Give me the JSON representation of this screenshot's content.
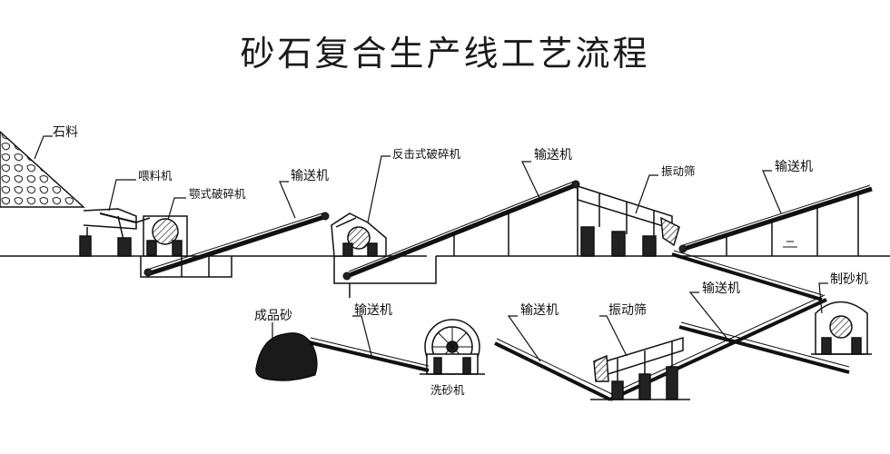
{
  "title": "砂石复合生产线工艺流程",
  "labels": {
    "stone": "石料",
    "feeder": "喂料机",
    "jaw_crusher": "颚式破碎机",
    "conveyor_1": "输送机",
    "impact_crusher": "反击式破碎机",
    "conveyor_2": "输送机",
    "screen_1": "振动筛",
    "conveyor_3": "输送机",
    "sand_maker": "制砂机",
    "finished_sand": "成品砂",
    "conveyor_4": "输送机",
    "washer": "洗砂机",
    "conveyor_5": "输送机",
    "screen_2": "振动筛",
    "conveyor_6": "输送机"
  }
}
